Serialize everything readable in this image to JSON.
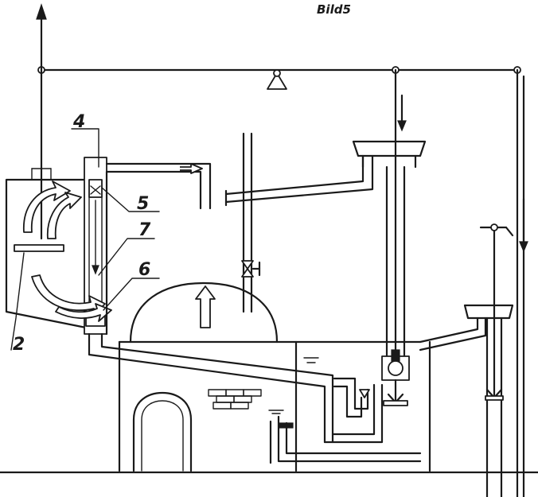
{
  "title": "Bild5",
  "labels": {
    "l2": "2",
    "l4": "4",
    "l5": "5",
    "l6": "6",
    "l7": "7"
  },
  "colors": {
    "ink": "#1a1a1a",
    "paper": "#ffffff"
  }
}
